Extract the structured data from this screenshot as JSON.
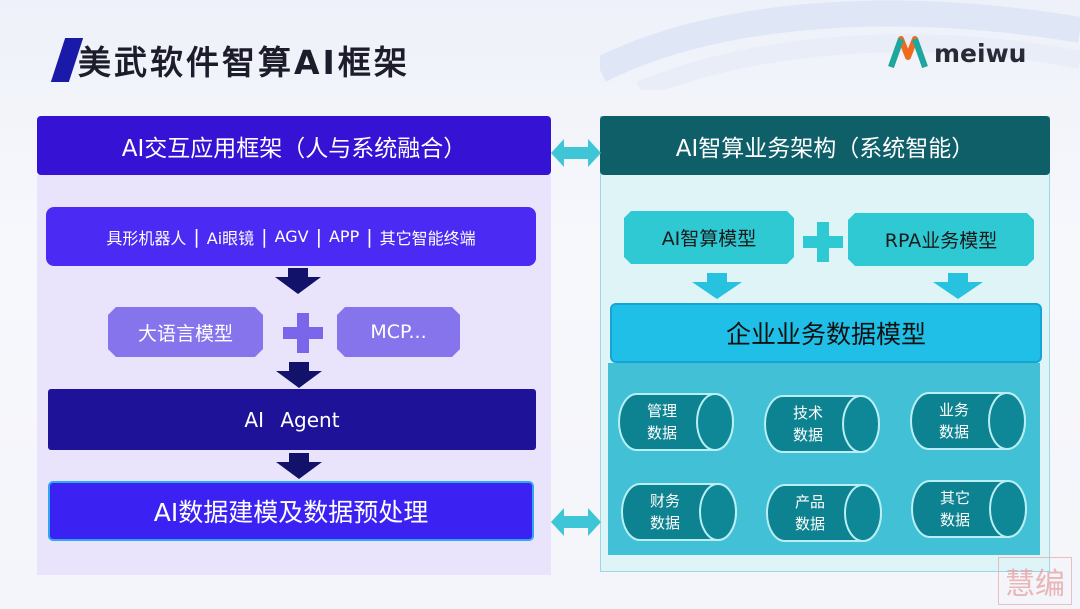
{
  "page": {
    "title": "美武软件智算AI框架",
    "logo_text": "meiwu",
    "watermark_text": "慧编"
  },
  "left_panel": {
    "header": "AI交互应用框架（人与系统融合）",
    "terminal_items": [
      "具形机器人",
      "Ai眼镜",
      "AGV",
      "APP",
      "其它智能终端"
    ],
    "terminal_separator": "|",
    "llm": "大语言模型",
    "mcp": "MCP...",
    "agent": "AI Agent",
    "preprocess": "AI数据建模及数据预处理"
  },
  "right_panel": {
    "header": "AI智算业务架构（系统智能）",
    "ai_model": "AI智算模型",
    "rpa_model": "RPA业务模型",
    "enterprise_model": "企业业务数据模型",
    "data_stores": [
      {
        "line1": "管理",
        "line2": "数据"
      },
      {
        "line1": "技术",
        "line2": "数据"
      },
      {
        "line1": "业务",
        "line2": "数据"
      },
      {
        "line1": "财务",
        "line2": "数据"
      },
      {
        "line1": "产品",
        "line2": "数据"
      },
      {
        "line1": "其它",
        "line2": "数据"
      }
    ]
  },
  "colors": {
    "left_header": "#3512d4",
    "left_panel_bg": "#e9e4fb",
    "agent": "#1e1298",
    "lavender": "#8574ec",
    "right_header": "#0f5f69",
    "teal": "#2ec9d3",
    "data_area": "#42c1d6",
    "cylinder": "#0d8290",
    "connector": "#3ec6d6"
  },
  "icons": [
    "down-arrow-icon",
    "plus-icon",
    "double-arrow-icon",
    "database-cylinder-icon",
    "meiwu-logo-icon"
  ]
}
